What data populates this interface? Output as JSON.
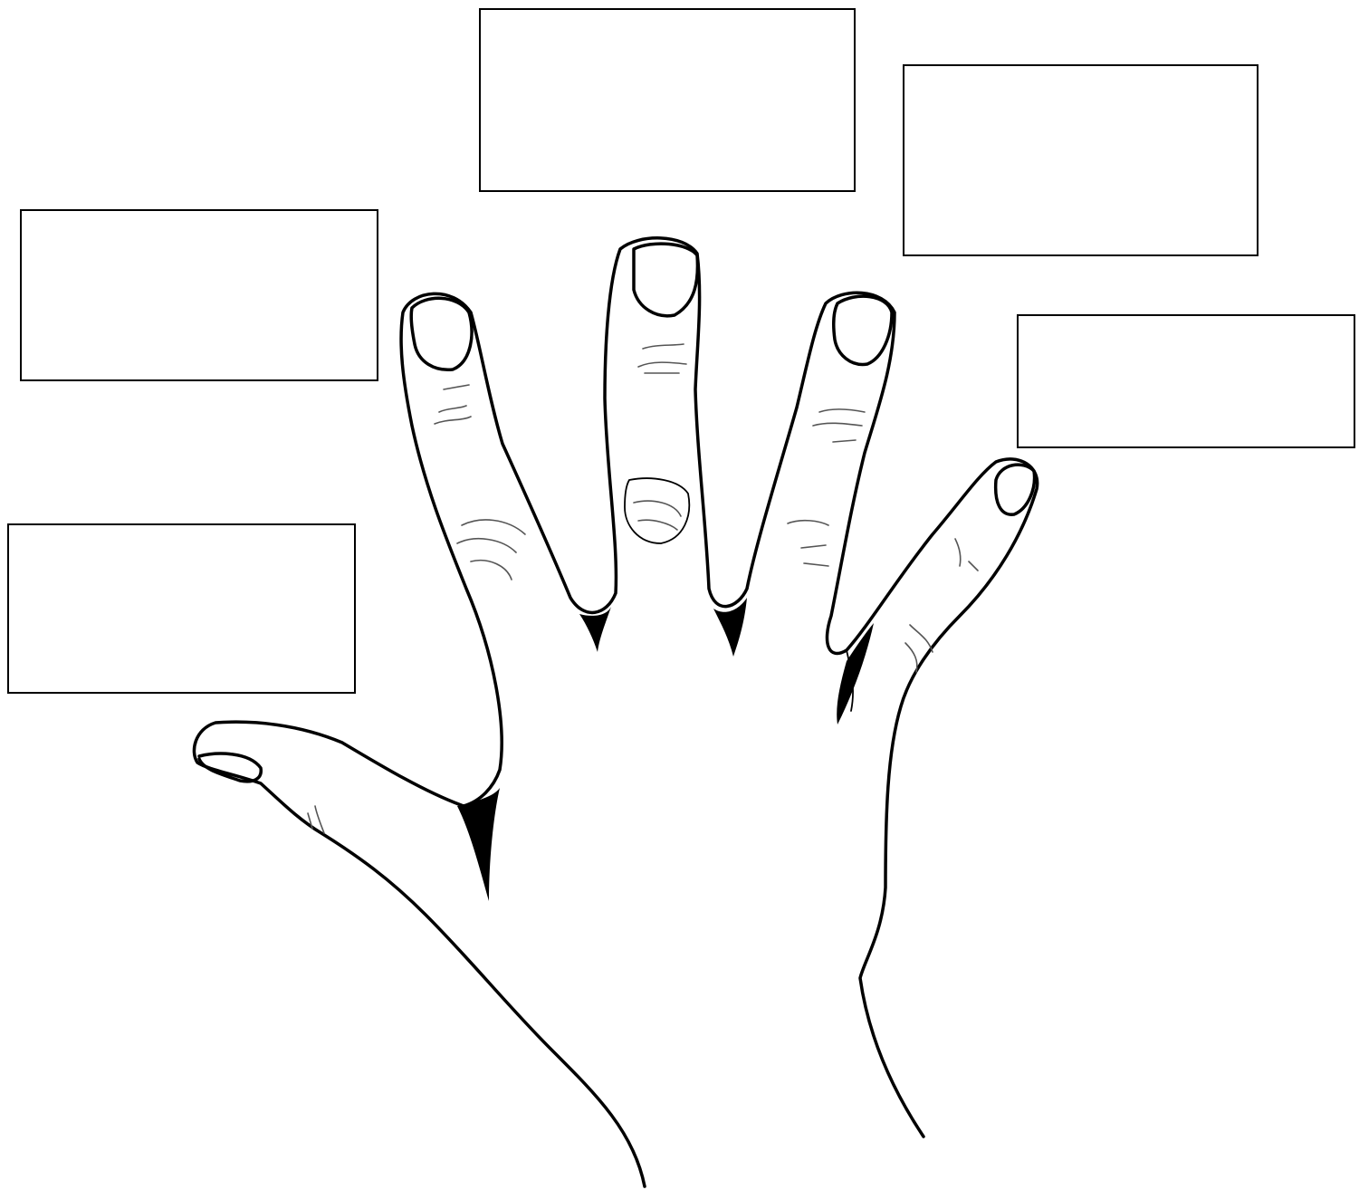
{
  "diagram": {
    "labels": [
      {
        "id": "thumb",
        "text": ""
      },
      {
        "id": "index",
        "text": ""
      },
      {
        "id": "middle",
        "text": ""
      },
      {
        "id": "ring",
        "text": ""
      },
      {
        "id": "pinky",
        "text": ""
      }
    ]
  }
}
